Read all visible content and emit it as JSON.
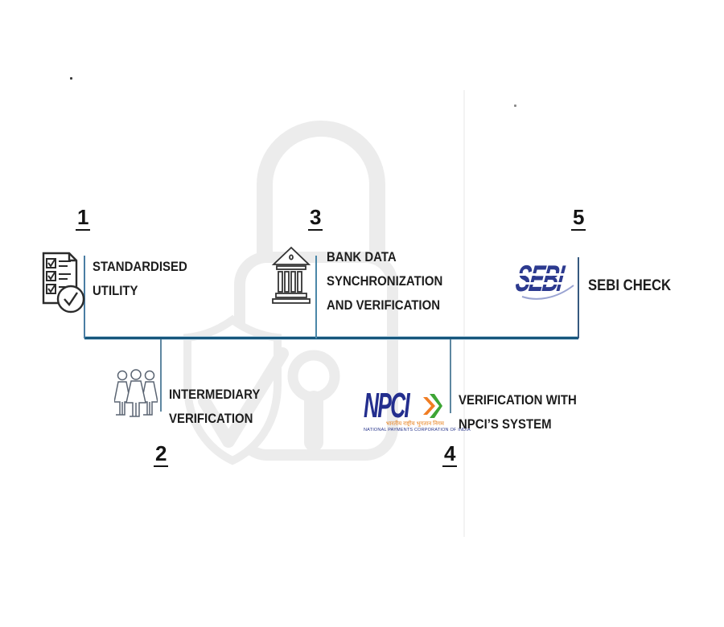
{
  "diagram": {
    "steps": [
      {
        "number": "1",
        "lines": [
          "STANDARDISED",
          "UTILITY"
        ]
      },
      {
        "number": "2",
        "lines": [
          "INTERMEDIARY",
          "VERIFICATION"
        ]
      },
      {
        "number": "3",
        "lines": [
          "BANK DATA",
          "SYNCHRONIZATION",
          "AND VERIFICATION"
        ]
      },
      {
        "number": "4",
        "lines": [
          "VERIFICATION WITH",
          "NPCI’S SYSTEM"
        ]
      },
      {
        "number": "5",
        "lines": [
          "SEBI CHECK"
        ]
      }
    ],
    "logos": {
      "sebi": {
        "wordmark": "SEBI"
      },
      "npci": {
        "wordmark": "NPCI",
        "hindi": "भारतीय राष्ट्रीय भुगतान निगम",
        "caption": "NATIONAL PAYMENTS CORPORATION OF INDIA"
      }
    },
    "colors": {
      "timeline": "#16567C",
      "separator": "#4A7DA3",
      "sebi_navy": "#2C3A8F",
      "npci_blue": "#232E8E",
      "npci_green": "#3DA535",
      "npci_orange": "#F07D23",
      "text": "#1D1D1D",
      "watermark": "#ECECEC"
    }
  }
}
